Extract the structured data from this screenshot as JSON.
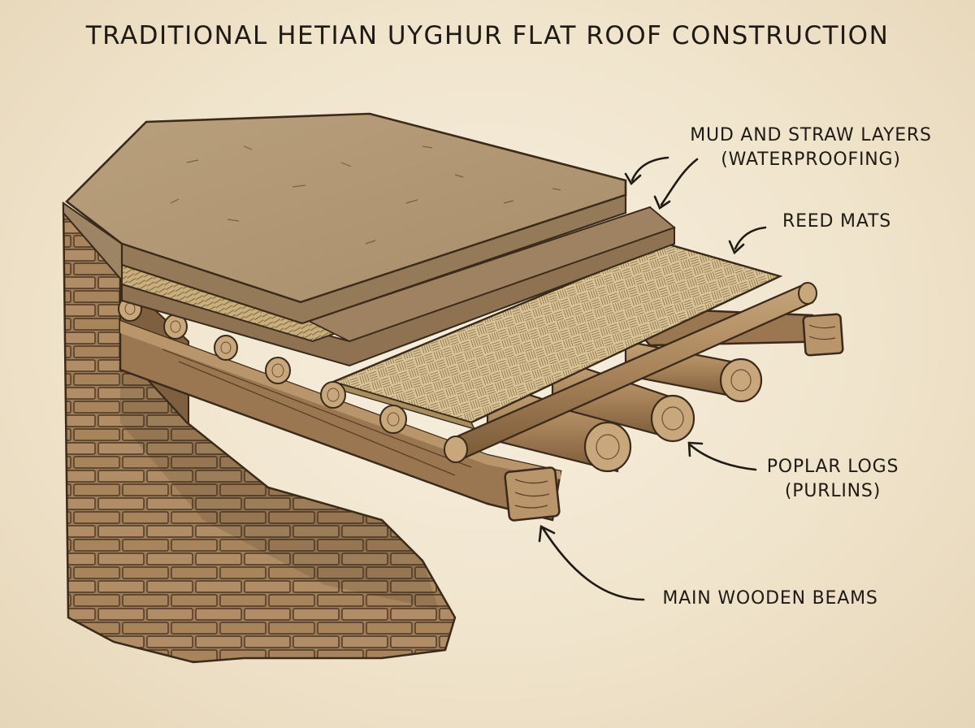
{
  "title": "TRADITIONAL HETIAN UYGHUR FLAT ROOF CONSTRUCTION",
  "labels": {
    "mud_straw": {
      "line1": "MUD AND STRAW LAYERS",
      "line2": "(WATERPROOFING)"
    },
    "reed_mats": {
      "line1": "REED MATS"
    },
    "poplar_logs": {
      "line1": "POPLAR LOGS",
      "line2": "(PURLINS)"
    },
    "main_beams": {
      "line1": "MAIN WOODEN BEAMS"
    }
  },
  "colors": {
    "paper": "#f3e9d6",
    "ink": "#1f1a14",
    "brick": "#9c7a55",
    "mud": "#b39a78",
    "reed": "#d8c396",
    "wood": "#a88358"
  }
}
